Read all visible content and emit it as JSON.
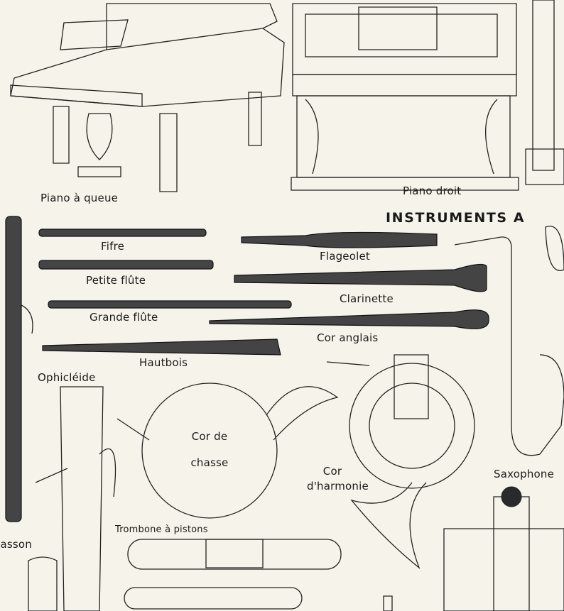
{
  "plate": {
    "heading": "INSTRUMENTS A",
    "labels": {
      "piano_queue": "Piano à queue",
      "piano_droit": "Piano droit",
      "fifre": "Fifre",
      "flageolet": "Flageolet",
      "petite_flute": "Petite flûte",
      "clarinette": "Clarinette",
      "grande_flute": "Grande flûte",
      "cor_anglais": "Cor anglais",
      "hautbois": "Hautbois",
      "ophicleide": "Ophicléide",
      "cor_chasse_1": "Cor de",
      "cor_chasse_2": "chasse",
      "cor_harmonie_1": "Cor",
      "cor_harmonie_2": "d'harmonie",
      "saxophone": "Saxophone",
      "trombone": "Trombone à pistons",
      "basson": "Basson"
    }
  },
  "colors": {
    "paper": "#f6f4ea",
    "ink": "#222222"
  }
}
